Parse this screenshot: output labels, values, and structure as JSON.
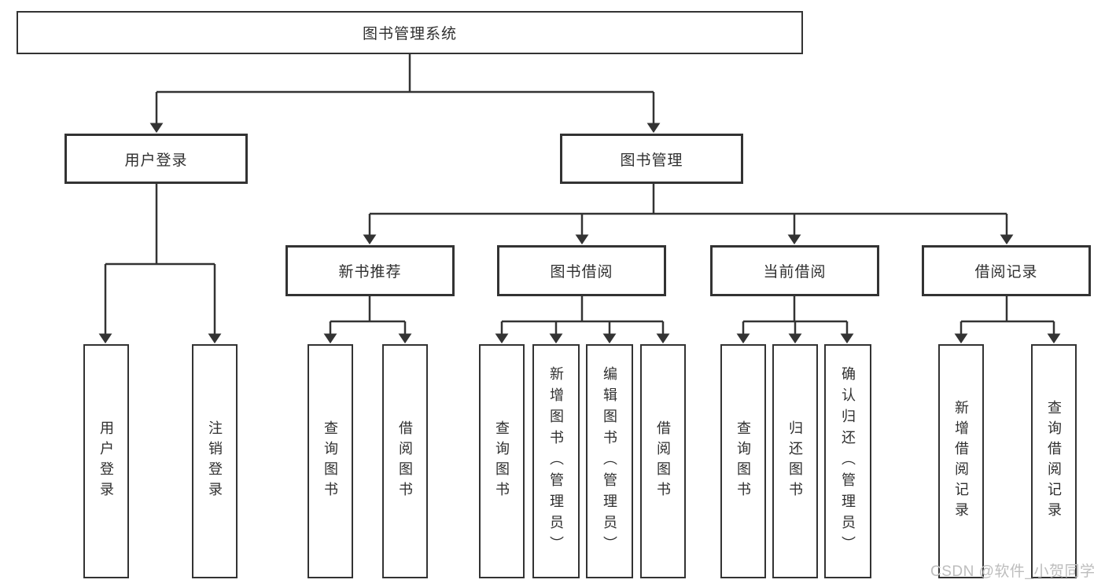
{
  "root": {
    "label": "图书管理系统"
  },
  "level2": [
    {
      "label": "用户登录"
    },
    {
      "label": "图书管理"
    }
  ],
  "level3": [
    {
      "label": "新书推荐"
    },
    {
      "label": "图书借阅"
    },
    {
      "label": "当前借阅"
    },
    {
      "label": "借阅记录"
    }
  ],
  "leaves": {
    "user_login": [
      "用户登录",
      "注销登录"
    ],
    "new_books": [
      "查询图书",
      "借阅图书"
    ],
    "book_borrow": [
      "查询图书",
      "新增图书（管理员）",
      "编辑图书（管理员）",
      "借阅图书"
    ],
    "current_borrow": [
      "查询图书",
      "归还图书",
      "确认归还（管理员）"
    ],
    "borrow_records": [
      "新增借阅记录",
      "查询借阅记录"
    ]
  },
  "watermark": {
    "text": "CSDN @软件_小贺同学"
  },
  "colors": {
    "line": "#333333",
    "border": "#333333",
    "text": "#2f2f2f",
    "watermark": "#bdbdbd",
    "background": "#ffffff"
  }
}
